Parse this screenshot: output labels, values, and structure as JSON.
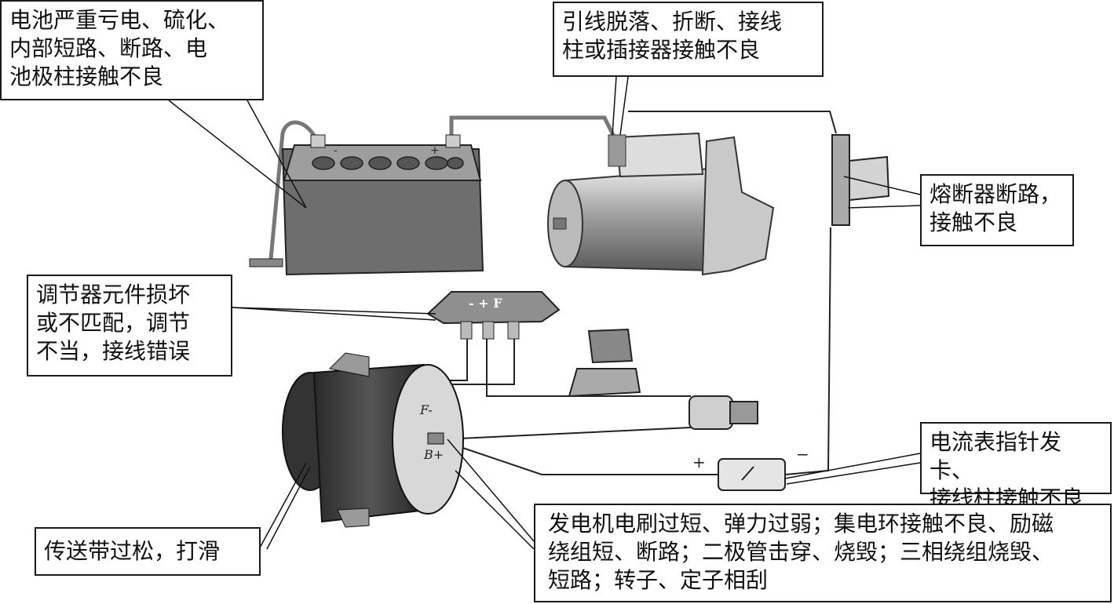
{
  "callouts": {
    "battery": "电池严重亏电、硫化、\n内部短路、断路、电\n池极柱接触不良",
    "lead_wire": "引线脱落、折断、接线\n柱或插接器接触不良",
    "fuse": "熔断器断路，\n接触不良",
    "regulator": "调节器元件损坏\n或不匹配，调节\n不当，接线错误",
    "ammeter": "电流表指针发卡、\n接线柱接触不良",
    "belt": "传送带过松，打滑",
    "alternator": "发电机电刷过短、弹力过弱；集电环接触不良、励磁\n绕组短、断路；二极管击穿、烧毁；三相绕组烧毁、\n短路；转子、定子相刮"
  },
  "labels": {
    "battery_minus": "-",
    "battery_plus": "+",
    "regulator_terminals": "- + F",
    "alternator_f": "F-",
    "alternator_b": "B+",
    "ammeter_plus": "+",
    "ammeter_minus": "−"
  }
}
